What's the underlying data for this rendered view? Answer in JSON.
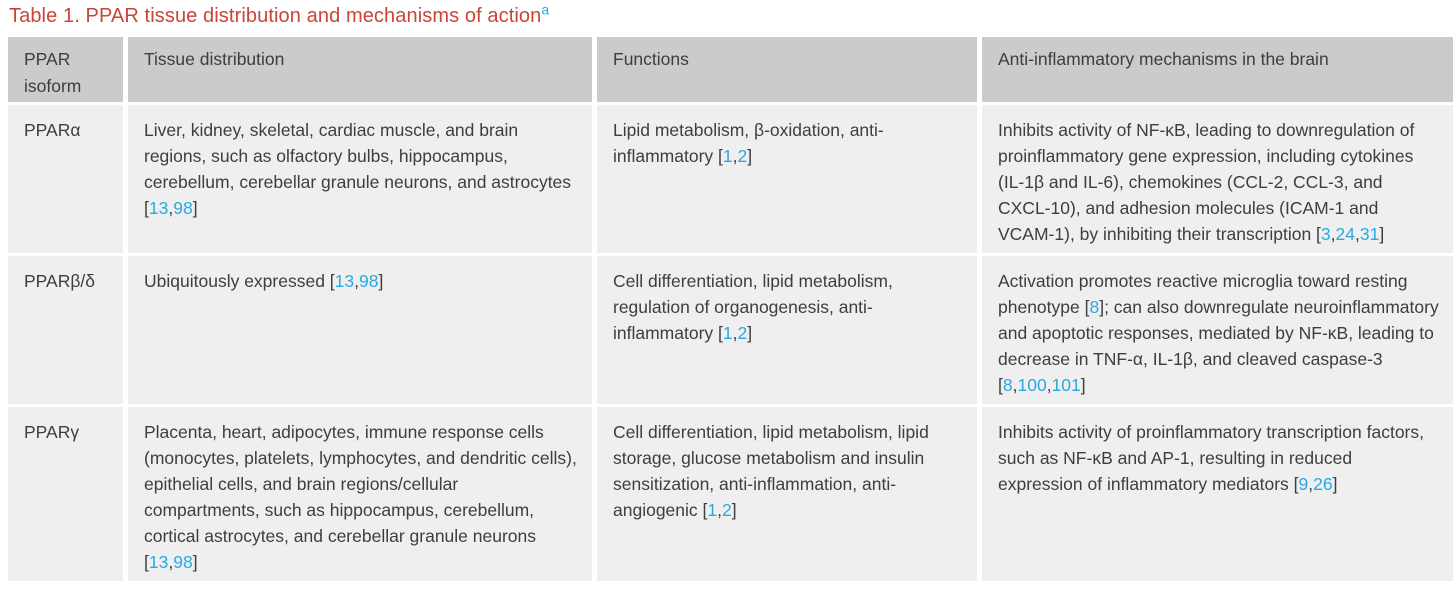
{
  "colors": {
    "title_red": "#cb4437",
    "link_blue": "#29a9e2",
    "header_bg": "#cbcbcb",
    "row_bg": "#efefef",
    "text": "#3b3e42",
    "gap": "#ffffff"
  },
  "title": {
    "text": "Table 1. PPAR tissue distribution and mechanisms of action",
    "footnote_marker": "a"
  },
  "table": {
    "headers": [
      "PPAR isoform",
      "Tissue distribution",
      "Functions",
      "Anti-inflammatory mechanisms in the brain"
    ],
    "rows": [
      {
        "isoform": "PPARα",
        "tissue": [
          [
            "Liver, kidney, skeletal, cardiac muscle, and brain regions, such as olfactory bulbs, hippocampus, cerebellum, cerebellar granule neurons, and astrocytes ["
          ],
          [
            "13",
            "ref"
          ],
          [
            ","
          ],
          [
            "98",
            "ref"
          ],
          [
            "]"
          ]
        ],
        "functions": [
          [
            "Lipid metabolism, β-oxidation, anti-inflammatory ["
          ],
          [
            "1",
            "ref"
          ],
          [
            ","
          ],
          [
            "2",
            "ref"
          ],
          [
            "]"
          ]
        ],
        "mechanisms": [
          [
            "Inhibits activity of NF-κB, leading to downregulation of proinflammatory gene expression, including cytokines (IL-1β and IL-6), chemokines (CCL-2, CCL-3, and CXCL-10), and adhesion molecules (ICAM-1 and VCAM-1), by inhibiting their transcription ["
          ],
          [
            "3",
            "ref"
          ],
          [
            ","
          ],
          [
            "24",
            "ref"
          ],
          [
            ","
          ],
          [
            "31",
            "ref"
          ],
          [
            "]"
          ]
        ]
      },
      {
        "isoform": "PPARβ/δ",
        "tissue": [
          [
            "Ubiquitously expressed ["
          ],
          [
            "13",
            "ref"
          ],
          [
            ","
          ],
          [
            "98",
            "ref"
          ],
          [
            "]"
          ]
        ],
        "functions": [
          [
            "Cell differentiation, lipid metabolism, regulation of organogenesis, anti-inflammatory ["
          ],
          [
            "1",
            "ref"
          ],
          [
            ","
          ],
          [
            "2",
            "ref"
          ],
          [
            "]"
          ]
        ],
        "mechanisms": [
          [
            "Activation promotes reactive microglia toward resting phenotype ["
          ],
          [
            "8",
            "ref"
          ],
          [
            "]; can also downregulate neuroinflammatory and apoptotic responses, mediated by NF-κB, leading to decrease in TNF-α, IL-1β, and cleaved caspase-3 ["
          ],
          [
            "8",
            "ref"
          ],
          [
            ","
          ],
          [
            "100",
            "ref"
          ],
          [
            ","
          ],
          [
            "101",
            "ref"
          ],
          [
            "]"
          ]
        ]
      },
      {
        "isoform": "PPARγ",
        "tissue": [
          [
            "Placenta, heart, adipocytes, immune response cells (monocytes, platelets, lymphocytes, and dendritic cells), epithelial cells, and brain regions/cellular compartments, such as hippocampus, cerebellum, cortical astrocytes, and cerebellar granule neurons ["
          ],
          [
            "13",
            "ref"
          ],
          [
            ","
          ],
          [
            "98",
            "ref"
          ],
          [
            "]"
          ]
        ],
        "functions": [
          [
            "Cell differentiation, lipid metabolism, lipid storage, glucose metabolism and insulin sensitization, anti-inflammation, anti-angiogenic ["
          ],
          [
            "1",
            "ref"
          ],
          [
            ","
          ],
          [
            "2",
            "ref"
          ],
          [
            "]"
          ]
        ],
        "mechanisms": [
          [
            "Inhibits activity of proinflammatory transcription factors, such as NF-κB and AP-1, resulting in reduced expression of inflammatory mediators ["
          ],
          [
            "9",
            "ref"
          ],
          [
            ","
          ],
          [
            "26",
            "ref"
          ],
          [
            "]"
          ]
        ]
      }
    ]
  }
}
